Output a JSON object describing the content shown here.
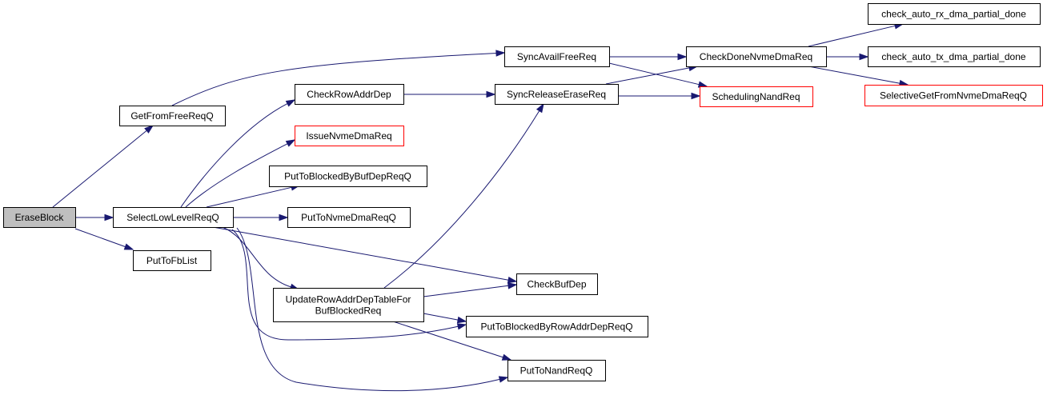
{
  "colors": {
    "edge": "#191970",
    "focus_fill": "#bfbfbf",
    "truncated_border": "#ff0000",
    "default_border": "#000000"
  },
  "nodes": [
    {
      "id": "EraseBlock",
      "lines": [
        "EraseBlock"
      ],
      "style": "focus"
    },
    {
      "id": "GetFromFreeReqQ",
      "lines": [
        "GetFromFreeReqQ"
      ],
      "style": "normal"
    },
    {
      "id": "SelectLowLevelReqQ",
      "lines": [
        "SelectLowLevelReqQ"
      ],
      "style": "normal"
    },
    {
      "id": "PutToFbList",
      "lines": [
        "PutToFbList"
      ],
      "style": "normal"
    },
    {
      "id": "CheckRowAddrDep",
      "lines": [
        "CheckRowAddrDep"
      ],
      "style": "normal"
    },
    {
      "id": "IssueNvmeDmaReq",
      "lines": [
        "IssueNvmeDmaReq"
      ],
      "style": "truncated"
    },
    {
      "id": "PutToBlockedByBufDepReqQ",
      "lines": [
        "PutToBlockedByBufDepReqQ"
      ],
      "style": "normal"
    },
    {
      "id": "PutToNvmeDmaReqQ",
      "lines": [
        "PutToNvmeDmaReqQ"
      ],
      "style": "normal"
    },
    {
      "id": "UpdateRowAddrDepTableForBufBlockedReq",
      "lines": [
        "UpdateRowAddrDepTableFor",
        "BufBlockedReq"
      ],
      "style": "normal"
    },
    {
      "id": "SyncAvailFreeReq",
      "lines": [
        "SyncAvailFreeReq"
      ],
      "style": "normal"
    },
    {
      "id": "SyncReleaseEraseReq",
      "lines": [
        "SyncReleaseEraseReq"
      ],
      "style": "normal"
    },
    {
      "id": "CheckBufDep",
      "lines": [
        "CheckBufDep"
      ],
      "style": "normal"
    },
    {
      "id": "PutToBlockedByRowAddrDepReqQ",
      "lines": [
        "PutToBlockedByRowAddrDepReqQ"
      ],
      "style": "normal"
    },
    {
      "id": "PutToNandReqQ",
      "lines": [
        "PutToNandReqQ"
      ],
      "style": "normal"
    },
    {
      "id": "CheckDoneNvmeDmaReq",
      "lines": [
        "CheckDoneNvmeDmaReq"
      ],
      "style": "normal"
    },
    {
      "id": "SchedulingNandReq",
      "lines": [
        "SchedulingNandReq"
      ],
      "style": "truncated"
    },
    {
      "id": "check_auto_rx_dma_partial_done",
      "lines": [
        "check_auto_rx_dma_partial_done"
      ],
      "style": "normal"
    },
    {
      "id": "check_auto_tx_dma_partial_done",
      "lines": [
        "check_auto_tx_dma_partial_done"
      ],
      "style": "normal"
    },
    {
      "id": "SelectiveGetFromNvmeDmaReqQ",
      "lines": [
        "SelectiveGetFromNvmeDmaReqQ"
      ],
      "style": "truncated"
    }
  ],
  "edges": [
    {
      "from": "EraseBlock",
      "to": "GetFromFreeReqQ"
    },
    {
      "from": "EraseBlock",
      "to": "SelectLowLevelReqQ"
    },
    {
      "from": "EraseBlock",
      "to": "PutToFbList"
    },
    {
      "from": "GetFromFreeReqQ",
      "to": "SyncAvailFreeReq"
    },
    {
      "from": "SelectLowLevelReqQ",
      "to": "CheckRowAddrDep"
    },
    {
      "from": "SelectLowLevelReqQ",
      "to": "IssueNvmeDmaReq"
    },
    {
      "from": "SelectLowLevelReqQ",
      "to": "PutToBlockedByBufDepReqQ"
    },
    {
      "from": "SelectLowLevelReqQ",
      "to": "PutToNvmeDmaReqQ"
    },
    {
      "from": "SelectLowLevelReqQ",
      "to": "CheckBufDep"
    },
    {
      "from": "SelectLowLevelReqQ",
      "to": "UpdateRowAddrDepTableForBufBlockedReq"
    },
    {
      "from": "SelectLowLevelReqQ",
      "to": "PutToBlockedByRowAddrDepReqQ"
    },
    {
      "from": "SelectLowLevelReqQ",
      "to": "PutToNandReqQ"
    },
    {
      "from": "CheckRowAddrDep",
      "to": "SyncReleaseEraseReq"
    },
    {
      "from": "UpdateRowAddrDepTableForBufBlockedReq",
      "to": "SyncReleaseEraseReq"
    },
    {
      "from": "UpdateRowAddrDepTableForBufBlockedReq",
      "to": "CheckBufDep"
    },
    {
      "from": "UpdateRowAddrDepTableForBufBlockedReq",
      "to": "PutToBlockedByRowAddrDepReqQ"
    },
    {
      "from": "UpdateRowAddrDepTableForBufBlockedReq",
      "to": "PutToNandReqQ"
    },
    {
      "from": "SyncAvailFreeReq",
      "to": "CheckDoneNvmeDmaReq"
    },
    {
      "from": "SyncAvailFreeReq",
      "to": "SchedulingNandReq"
    },
    {
      "from": "SyncReleaseEraseReq",
      "to": "CheckDoneNvmeDmaReq"
    },
    {
      "from": "SyncReleaseEraseReq",
      "to": "SchedulingNandReq"
    },
    {
      "from": "CheckDoneNvmeDmaReq",
      "to": "check_auto_rx_dma_partial_done"
    },
    {
      "from": "CheckDoneNvmeDmaReq",
      "to": "check_auto_tx_dma_partial_done"
    },
    {
      "from": "CheckDoneNvmeDmaReq",
      "to": "SelectiveGetFromNvmeDmaReqQ"
    }
  ]
}
